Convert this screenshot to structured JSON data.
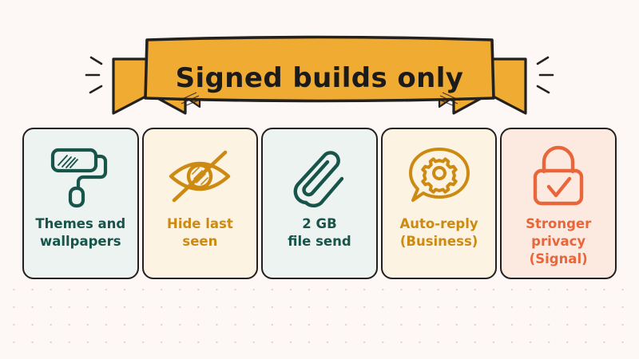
{
  "page": {
    "background_color": "#fdf8f6",
    "dot_grid_color": "#d8c9c4"
  },
  "banner": {
    "title": "Signed builds only",
    "ribbon_color": "#f0ab32",
    "ribbon_shadow_color": "#d9912a",
    "outline_color": "#23211f",
    "text_color": "#1b1b1b",
    "sparkle_left": "sparkle-lines-left",
    "sparkle_right": "sparkle-lines-right"
  },
  "cards": [
    {
      "id": "themes-and-wallpapers",
      "icon": "paint-roller-icon",
      "label": "Themes and\nwallpapers",
      "background": "#edf3f1",
      "accent": "#17544a",
      "theme_class": "theme-mint",
      "ink_class": "ink-teal"
    },
    {
      "id": "hide-last-seen",
      "icon": "eye-slash-icon",
      "label": "Hide last\nseen",
      "background": "#fdf3e2",
      "accent": "#cc8a13",
      "theme_class": "theme-cream",
      "ink_class": "ink-amber"
    },
    {
      "id": "file-send",
      "icon": "paperclip-icon",
      "label": "2 GB\nfile send",
      "background": "#edf3f1",
      "accent": "#17544a",
      "theme_class": "theme-mint",
      "ink_class": "ink-teal"
    },
    {
      "id": "auto-reply-business",
      "icon": "speech-bubble-gear-icon",
      "label": "Auto-reply\n(Business)",
      "background": "#fdf3e2",
      "accent": "#cc8a13",
      "theme_class": "theme-cream",
      "ink_class": "ink-amber"
    },
    {
      "id": "stronger-privacy-signal",
      "icon": "lock-check-icon",
      "label": "Stronger\nprivacy\n(Signal)",
      "background": "#fceae0",
      "accent": "#e8663a",
      "theme_class": "theme-peach",
      "ink_class": "ink-orange"
    }
  ]
}
